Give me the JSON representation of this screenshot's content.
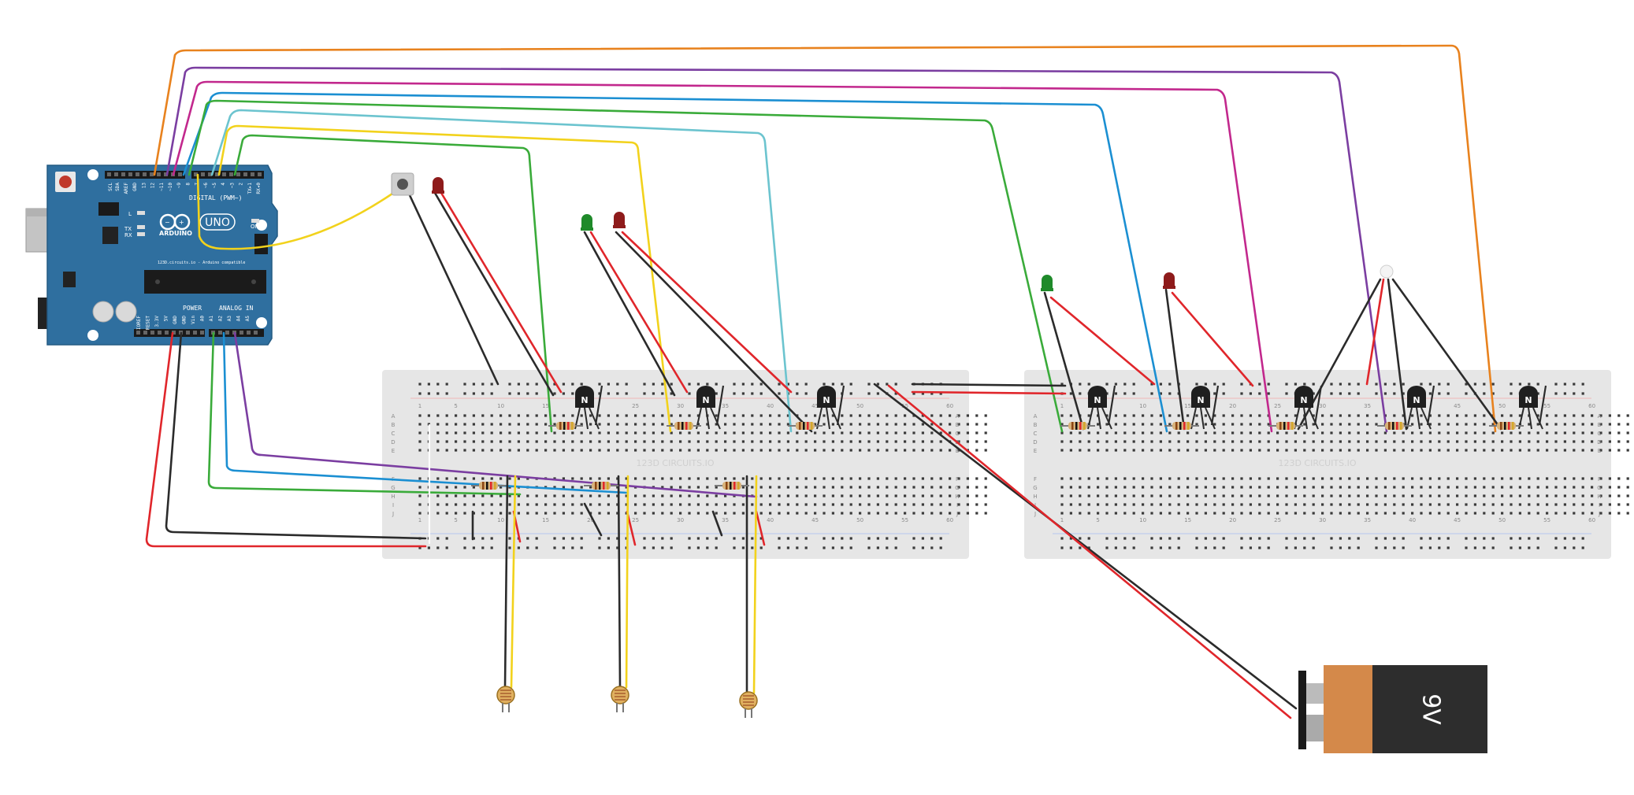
{
  "arduino": {
    "brand": "ARDUINO",
    "model": "UNO",
    "on_label": "ON",
    "l_label": "L",
    "tx_label": "TX",
    "rx_label": "RX",
    "digital_label": "DIGITAL (PWM~)",
    "power_label": "POWER",
    "analog_label": "ANALOG IN",
    "chip_label": "123D.circuits.io - Arduino compatible",
    "top_pins": [
      "AREF",
      "GND",
      "13",
      "12",
      "~11",
      "~10",
      "~9",
      "8",
      "7",
      "~6",
      "~5",
      "4",
      "~3",
      "2",
      "TX▸1",
      "RX◂0"
    ],
    "top_extra": [
      "SCL",
      "SDA"
    ],
    "bottom_pins": [
      "IOREF",
      "RESET",
      "3.3V",
      "5V",
      "GND",
      "GND",
      "Vin",
      "A0",
      "A1",
      "A2",
      "A3",
      "A4",
      "A5"
    ]
  },
  "breadboard_left": {
    "watermark": "123D CIRCUITS.IO",
    "col_numbers": [
      "1",
      "5",
      "10",
      "15",
      "20",
      "25",
      "30",
      "35",
      "40",
      "45",
      "50",
      "55",
      "60"
    ],
    "row_letters_top": [
      "A",
      "B",
      "C",
      "D",
      "E"
    ],
    "row_letters_bottom": [
      "F",
      "G",
      "H",
      "I",
      "J"
    ]
  },
  "breadboard_right": {
    "watermark": "123D CIRCUITS.IO",
    "col_numbers": [
      "1",
      "5",
      "10",
      "15",
      "20",
      "25",
      "30",
      "35",
      "40",
      "45",
      "50",
      "55",
      "60"
    ],
    "row_letters_top": [
      "A",
      "B",
      "C",
      "D",
      "E"
    ],
    "row_letters_bottom": [
      "F",
      "G",
      "H",
      "I",
      "J"
    ]
  },
  "transistor_label": "N",
  "battery": {
    "label": "9V"
  },
  "colors": {
    "wire_orange": "#e8821e",
    "wire_purple": "#7b3ea1",
    "wire_magenta": "#c2288d",
    "wire_blue": "#1b8fd2",
    "wire_green": "#3aab3a",
    "wire_cyan": "#6cc4cf",
    "wire_yellow": "#f2d21c",
    "wire_red": "#e0262b",
    "wire_black": "#2b2b2b",
    "board_blue": "#2f6f9f",
    "breadboard": "#e6e6e6",
    "led_red": "#8e1b1b",
    "led_green": "#1f8a2a"
  }
}
